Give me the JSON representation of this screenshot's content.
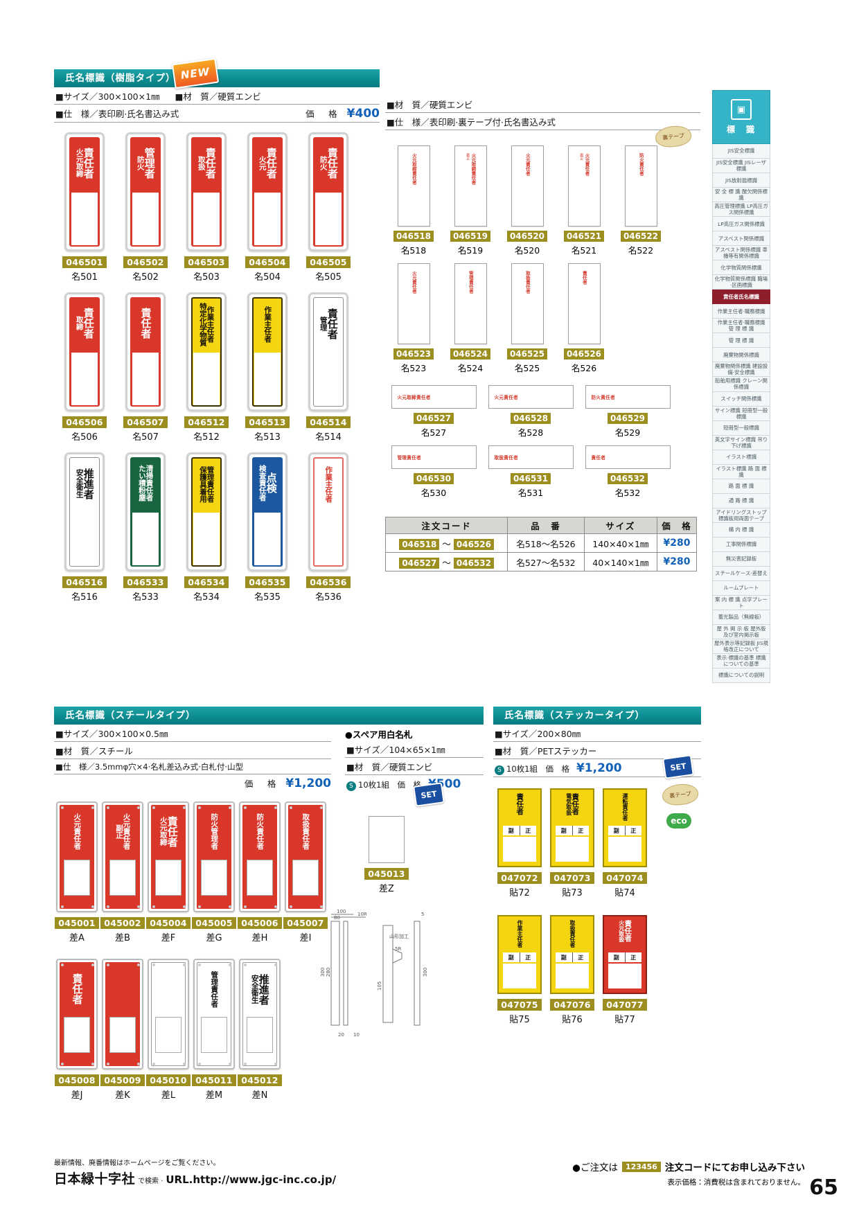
{
  "page_number": "65",
  "sections": {
    "resin": {
      "title": "氏名標識（樹脂タイプ）",
      "new_badge": "NEW",
      "spec_size_label": "■サイズ／",
      "spec_size": "300×100×1㎜",
      "spec_material_label": "■材　質／",
      "spec_material": "硬質エンビ",
      "spec_style_label": "■仕　様／",
      "spec_style": "表印刷·氏名書込み式",
      "price_label": "価　格",
      "price": "¥400",
      "items": [
        {
          "code": "046501",
          "sub": "名501",
          "color": "p-red",
          "main": "責任者",
          "side": "火元取締"
        },
        {
          "code": "046502",
          "sub": "名502",
          "color": "p-red",
          "main": "管理者",
          "side": "防火"
        },
        {
          "code": "046503",
          "sub": "名503",
          "color": "p-red",
          "main": "責任者",
          "side": "取扱"
        },
        {
          "code": "046504",
          "sub": "名504",
          "color": "p-red",
          "main": "責任者",
          "side": "火元"
        },
        {
          "code": "046505",
          "sub": "名505",
          "color": "p-red",
          "main": "責任者",
          "side": "防火"
        },
        {
          "code": "046506",
          "sub": "名506",
          "color": "p-red",
          "main": "責任者",
          "side": "取締"
        },
        {
          "code": "046507",
          "sub": "名507",
          "color": "p-red",
          "main": "責任者",
          "side": ""
        },
        {
          "code": "046512",
          "sub": "名512",
          "color": "p-yel",
          "main": "作業主任者",
          "side": "特定化学物質"
        },
        {
          "code": "046513",
          "sub": "名513",
          "color": "p-yel",
          "main": "作業主任者",
          "side": ""
        },
        {
          "code": "046514",
          "sub": "名514",
          "color": "p-wht",
          "main": "責任者",
          "side": "管理"
        },
        {
          "code": "046516",
          "sub": "名516",
          "color": "p-wht",
          "main": "推進者",
          "side": "安全衛生"
        },
        {
          "code": "046533",
          "sub": "名533",
          "color": "p-grn",
          "main": "清掃責任者",
          "side": "たい積粉塵"
        },
        {
          "code": "046534",
          "sub": "名534",
          "color": "p-yel2",
          "main": "管理責任者",
          "side": "保護具着用"
        },
        {
          "code": "046535",
          "sub": "名535",
          "color": "p-blu",
          "main": "点検",
          "side": "検査責任者"
        },
        {
          "code": "046536",
          "sub": "名536",
          "color": "p-wr",
          "main": "作業主任者",
          "side": ""
        }
      ]
    },
    "tape": {
      "spec_material_label": "■材　質／",
      "spec_material": "硬質エンビ",
      "spec_style_label": "■仕　様／",
      "spec_style": "表印刷·裏テープ付·氏名書込み式",
      "peel_badge": "裏テープ",
      "vertical_items": [
        {
          "code": "046518",
          "sub": "名518",
          "main": "火元取締責任者",
          "side": ""
        },
        {
          "code": "046519",
          "sub": "名519",
          "main": "火元取締責任者",
          "side": "副正"
        },
        {
          "code": "046520",
          "sub": "名520",
          "main": "火元責任者",
          "side": ""
        },
        {
          "code": "046521",
          "sub": "名521",
          "main": "火元責任者",
          "side": "副正"
        },
        {
          "code": "046522",
          "sub": "名522",
          "main": "防火責任者",
          "side": ""
        },
        {
          "code": "046523",
          "sub": "名523",
          "main": "火元責任者",
          "side": ""
        },
        {
          "code": "046524",
          "sub": "名524",
          "main": "管理責任者",
          "side": ""
        },
        {
          "code": "046525",
          "sub": "名525",
          "main": "取扱責任者",
          "side": ""
        },
        {
          "code": "046526",
          "sub": "名526",
          "main": "責任者",
          "side": ""
        }
      ],
      "horizontal_items": [
        {
          "code": "046527",
          "sub": "名527",
          "text": "火元取締責任者"
        },
        {
          "code": "046528",
          "sub": "名528",
          "text": "火元責任者"
        },
        {
          "code": "046529",
          "sub": "名529",
          "text": "防火責任者"
        },
        {
          "code": "046530",
          "sub": "名530",
          "text": "管理責任者"
        },
        {
          "code": "046531",
          "sub": "名531",
          "text": "取扱責任者"
        },
        {
          "code": "046532",
          "sub": "名532",
          "text": "責任者"
        }
      ],
      "table": {
        "headers": [
          "注文コード",
          "品　番",
          "サイズ",
          "価　格"
        ],
        "rows": [
          {
            "code_from": "046518",
            "tilde": "～",
            "code_to": "046526",
            "product": "名518～名526",
            "size": "140×40×1㎜",
            "price": "¥280"
          },
          {
            "code_from": "046527",
            "tilde": "～",
            "code_to": "046532",
            "product": "名527～名532",
            "size": "40×140×1㎜",
            "price": "¥280"
          }
        ]
      }
    },
    "steel": {
      "title": "氏名標識（スチールタイプ）",
      "spec_size_label": "■サイズ／",
      "spec_size": "300×100×0.5㎜",
      "spec_material_label": "■材　質／",
      "spec_material": "スチール",
      "spec_style_label": "■仕　様／",
      "spec_style": "3.5mmφ穴×4·名札差込み式·白札付·山型",
      "price_label": "価　格",
      "price": "¥1,200",
      "items": [
        {
          "code": "045001",
          "sub": "差A",
          "color": "s-red",
          "main": "火元責任者",
          "side": ""
        },
        {
          "code": "045002",
          "sub": "差B",
          "color": "s-red",
          "main": "火元責任者",
          "side": "副正"
        },
        {
          "code": "045004",
          "sub": "差F",
          "color": "s-red",
          "main": "責任者",
          "side": "火元取締"
        },
        {
          "code": "045005",
          "sub": "差G",
          "color": "s-red",
          "main": "防火管理者",
          "side": ""
        },
        {
          "code": "045006",
          "sub": "差H",
          "color": "s-red",
          "main": "防火責任者",
          "side": ""
        },
        {
          "code": "045007",
          "sub": "差I",
          "color": "s-red",
          "main": "取扱責任者",
          "side": ""
        },
        {
          "code": "045008",
          "sub": "差J",
          "color": "s-red",
          "main": "責任者",
          "side": ""
        },
        {
          "code": "045009",
          "sub": "差K",
          "color": "s-red",
          "main": "",
          "side": ""
        },
        {
          "code": "045010",
          "sub": "差L",
          "color": "s-wht",
          "main": "",
          "side": ""
        },
        {
          "code": "045011",
          "sub": "差M",
          "color": "s-wht",
          "main": "管理責任者",
          "side": ""
        },
        {
          "code": "045012",
          "sub": "差N",
          "color": "s-wht",
          "main": "推進者",
          "side": "安全衛生"
        }
      ],
      "spare": {
        "heading": "●スペア用白名札",
        "spec_size_label": "■サイズ／",
        "spec_size": "104×65×1㎜",
        "spec_material_label": "■材　質／",
        "spec_material": "硬質エンビ",
        "pack_label": "10枚1組　価　格",
        "pack_mark": "S",
        "price": "¥500",
        "code": "045013",
        "sub": "差Z",
        "set_badge": "SET"
      },
      "drawing": {
        "d100": "100",
        "d80": "80",
        "d10R": "10R",
        "d5": "5",
        "d300": "300",
        "d280": "280",
        "d5R": "5R",
        "d105": "105",
        "d20": "20",
        "d10": "10",
        "d300b": "300",
        "note": "山形加工"
      }
    },
    "sticker": {
      "title": "氏名標識（ステッカータイプ）",
      "spec_size_label": "■サイズ／",
      "spec_size": "200×80㎜",
      "spec_material_label": "■材　質／",
      "spec_material": "PETステッカー",
      "pack_mark": "S",
      "pack_label": "10枚1組　価　格",
      "price": "¥1,200",
      "badges": [
        "SET",
        "裏テープ",
        "eco"
      ],
      "items": [
        {
          "code": "047072",
          "sub": "貼72",
          "color": "yellow",
          "main": "責任者",
          "sub_left": "副",
          "sub_right": "正"
        },
        {
          "code": "047073",
          "sub": "貼73",
          "color": "yellow",
          "main": "責任者",
          "side": "電気取扱",
          "sub_left": "副",
          "sub_right": "正"
        },
        {
          "code": "047074",
          "sub": "貼74",
          "color": "yellow",
          "main": "運転責任者",
          "sub_left": "副",
          "sub_right": "正"
        },
        {
          "code": "047075",
          "sub": "貼75",
          "color": "yellow",
          "main": "作業主任者",
          "sub_left": "副",
          "sub_right": "正"
        },
        {
          "code": "047076",
          "sub": "貼76",
          "color": "yellow",
          "main": "取扱責任者",
          "sub_left": "副",
          "sub_right": "正"
        },
        {
          "code": "047077",
          "sub": "貼77",
          "color": "red",
          "main": "責任者",
          "side": "火元取扱",
          "sub_left": "副",
          "sub_right": "正"
        }
      ]
    }
  },
  "rail": {
    "top_label": "標　識",
    "items": [
      {
        "label": "JIS安全標識",
        "hl": false
      },
      {
        "label": "JIS安全標識\nJISレーザ標識",
        "hl": false
      },
      {
        "label": "JIS放射能標識",
        "hl": false
      },
      {
        "label": "安 全 標 識\n酸欠関係標識",
        "hl": false
      },
      {
        "label": "高圧管理標識\nLP高圧ガス関係標識",
        "hl": false
      },
      {
        "label": "LP高圧ガス関係標識",
        "hl": false
      },
      {
        "label": "アスベスト関係標識",
        "hl": false
      },
      {
        "label": "アスベスト関係標識\n車機等有関係標識",
        "hl": false
      },
      {
        "label": "化学物質関係標識",
        "hl": false
      },
      {
        "label": "化学物質関係標識\n職場·区画標識",
        "hl": false
      },
      {
        "label": "責任者氏名標識",
        "hl": true
      },
      {
        "label": "作業主任者·職務標識",
        "hl": false
      },
      {
        "label": "作業主任者·職務標識\n管 理 標 識",
        "hl": false
      },
      {
        "label": "管 理 標 識",
        "hl": false
      },
      {
        "label": "廃棄物関係標識",
        "hl": false
      },
      {
        "label": "廃棄物関係標識\n建設設備·安全標識",
        "hl": false
      },
      {
        "label": "船舶用標識\nクレーン関係標識",
        "hl": false
      },
      {
        "label": "スイッチ関係標識",
        "hl": false
      },
      {
        "label": "サイン標識\n短冊型一般標識",
        "hl": false
      },
      {
        "label": "短冊型一般標識",
        "hl": false
      },
      {
        "label": "英文字サイン標識\n吊り下げ標識",
        "hl": false
      },
      {
        "label": "イラスト標識",
        "hl": false
      },
      {
        "label": "イラスト標識\n路 面 標 識",
        "hl": false
      },
      {
        "label": "路 面 標 識",
        "hl": false
      },
      {
        "label": "通 路 標 識",
        "hl": false
      },
      {
        "label": "アイドリングストップ\n標識板用両面テープ",
        "hl": false
      },
      {
        "label": "構 内 標 識",
        "hl": false
      },
      {
        "label": "工事関係標識",
        "hl": false
      },
      {
        "label": "無災害記録板",
        "hl": false
      },
      {
        "label": "スチールケース·差替え",
        "hl": false
      },
      {
        "label": "ルームプレート",
        "hl": false
      },
      {
        "label": "案 内 標 識\n点字プレート",
        "hl": false
      },
      {
        "label": "蓄光製品（無線板）",
        "hl": false
      },
      {
        "label": "屋 外 掲 示 板\n屋外版及び室内掲示板",
        "hl": false
      },
      {
        "label": "屋外表示等記録板\nJIS規格改正について",
        "hl": false
      },
      {
        "label": "表示·標識の基準\n標識についての基準",
        "hl": false
      },
      {
        "label": "標識についての説明",
        "hl": false
      }
    ]
  },
  "footer": {
    "note": "最新情報、廃番情報はホームページをご覧ください。",
    "company": "日本緑十字社",
    "search": "で検索 ·",
    "url": "URL.http://www.jgc-inc.co.jp/",
    "order_prefix": "●ご注文は",
    "order_code": "123456",
    "order_suffix": "注文コードにてお申し込み下さい",
    "tax_note": "表示価格：消費税は含まれておりません。"
  }
}
